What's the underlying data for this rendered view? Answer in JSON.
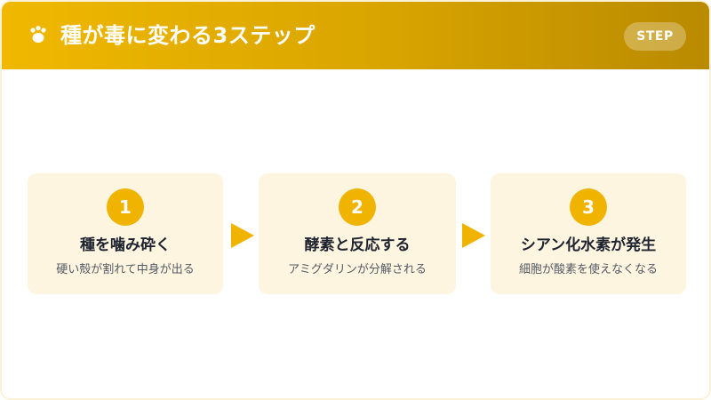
{
  "header": {
    "icon": "paw-icon",
    "title": "種が毒に変わる3ステップ",
    "badge": "STEP"
  },
  "steps": [
    {
      "number": "1",
      "title": "種を噛み砕く",
      "description": "硬い殻が割れて中身が出る"
    },
    {
      "number": "2",
      "title": "酵素と反応する",
      "description": "アミグダリンが分解される"
    },
    {
      "number": "3",
      "title": "シアン化水素が発生",
      "description": "細胞が酸素を使えなくなる"
    }
  ],
  "colors": {
    "accent": "#f0b300",
    "header_start": "#f0b800",
    "header_end": "#b98a00",
    "card_bg": "#fdf5df",
    "title_text": "#1f2330"
  }
}
